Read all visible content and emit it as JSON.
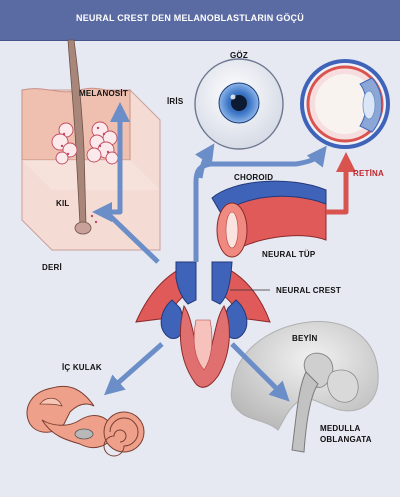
{
  "title": "NEURAL CREST DEN MELANOBLASTLARIN GÖÇÜ",
  "labels": {
    "melanocyte": "MELANOSİT",
    "hair": "KIL",
    "skin": "DERİ",
    "eye": "GÖZ",
    "iris": "İRİS",
    "choroid": "CHOROID",
    "retina": "RETİNA",
    "neural_tube": "NEURAL TÜP",
    "neural_crest": "NEURAL CREST",
    "inner_ear": "İÇ KULAK",
    "brain": "BEYİN",
    "medulla_line1": "MEDULLA",
    "medulla_line2": "OBLANGATA"
  },
  "colors": {
    "background": "#e6e8f2",
    "title_bar": "#5a6aa2",
    "migration_arrow": "#6b8ec8",
    "retina_arrow": "#d9534f",
    "neural_tissue_red": "#e05a5a",
    "neural_tissue_blue": "#3f63b8",
    "skin": "#efc0b0",
    "ear": "#efa08a"
  }
}
